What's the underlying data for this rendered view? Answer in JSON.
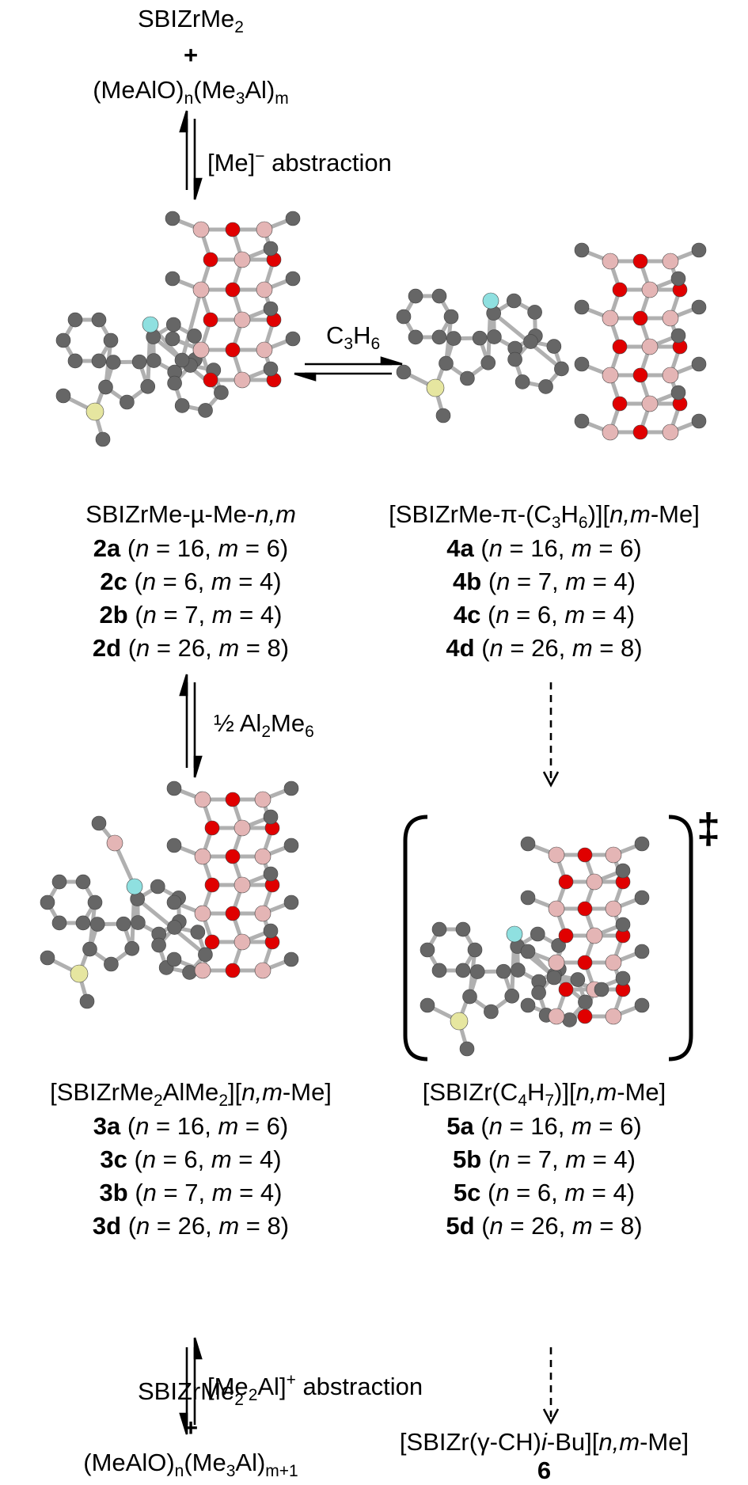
{
  "reactant_top": {
    "line1": "SBIZrMe",
    "line1_sub": "2",
    "plus": "+",
    "line2_a": "(MeAlO)",
    "line2_sub_n": "n",
    "line2_b": "(Me",
    "line2_sub_3": "3",
    "line2_c": "Al)",
    "line2_sub_m": "m"
  },
  "step1": {
    "label": "[Me]",
    "sup": "−",
    "rest": " abstraction"
  },
  "step2": {
    "label_a": "C",
    "sub3": "3",
    "label_b": "H",
    "sub6": "6"
  },
  "step3": {
    "half": "½ Al",
    "sub2": "2",
    "me": "Me",
    "sub6": "6"
  },
  "step4": {
    "label_a": "[Me",
    "sub2": "2",
    "label_b": "Al]",
    "sup": "+",
    "rest": " abstraction"
  },
  "species2": {
    "title_a": "SBIZrMe-µ-Me-",
    "title_i": "n,m",
    "entries": [
      {
        "id": "2a",
        "n": "16",
        "m": "6"
      },
      {
        "id": "2c",
        "n": "6",
        "m": "4"
      },
      {
        "id": "2b",
        "n": "7",
        "m": "4"
      },
      {
        "id": "2d",
        "n": "26",
        "m": "8"
      }
    ]
  },
  "species4": {
    "title_a": "[SBIZrMe-π-(C",
    "s3": "3",
    "title_b": "H",
    "s6": "6",
    "title_c": ")][",
    "title_i": "n,m",
    "title_d": "-Me]",
    "entries": [
      {
        "id": "4a",
        "n": "16",
        "m": "6"
      },
      {
        "id": "4b",
        "n": "7",
        "m": "4"
      },
      {
        "id": "4c",
        "n": "6",
        "m": "4"
      },
      {
        "id": "4d",
        "n": "26",
        "m": "8"
      }
    ]
  },
  "species3": {
    "title_a": "[SBIZrMe",
    "s2a": "2",
    "title_b": "AlMe",
    "s2b": "2",
    "title_c": "][",
    "title_i": "n,m",
    "title_d": "-Me]",
    "entries": [
      {
        "id": "3a",
        "n": "16",
        "m": "6"
      },
      {
        "id": "3c",
        "n": "6",
        "m": "4"
      },
      {
        "id": "3b",
        "n": "7",
        "m": "4"
      },
      {
        "id": "3d",
        "n": "26",
        "m": "8"
      }
    ]
  },
  "species5": {
    "title_a": "[SBIZr(C",
    "s4": "4",
    "title_b": "H",
    "s7": "7",
    "title_c": ")][",
    "title_i": "n,m",
    "title_d": "-Me]",
    "dagger": "‡",
    "entries": [
      {
        "id": "5a",
        "n": "16",
        "m": "6"
      },
      {
        "id": "5b",
        "n": "7",
        "m": "4"
      },
      {
        "id": "5c",
        "n": "6",
        "m": "4"
      },
      {
        "id": "5d",
        "n": "26",
        "m": "8"
      }
    ]
  },
  "product_bottom": {
    "line1": "SBIZrMe",
    "line1_sub": "2",
    "plus": "+",
    "line2_a": "(MeAlO)",
    "line2_sub_n": "n",
    "line2_b": "(Me",
    "line2_sub_3": "3",
    "line2_c": "Al)",
    "line2_sub_m": "m+1"
  },
  "species6": {
    "title_a": "[SBIZr(γ-CH)",
    "title_i1": "i",
    "title_b": "-Bu][",
    "title_i2": "n,m",
    "title_d": "-Me]",
    "id": "6"
  },
  "entry_tokens": {
    "n": "n",
    "m": "m",
    "eq": " = ",
    "comma": ", ",
    "open": "(",
    "close": ")"
  },
  "colors": {
    "carbon": "#666666",
    "aluminum": "#e4b5b5",
    "oxygen": "#e00000",
    "zirconium": "#8fe0e0",
    "silicon": "#e6e6a0",
    "bond": "#b0b0b0",
    "arrow": "#000000"
  }
}
